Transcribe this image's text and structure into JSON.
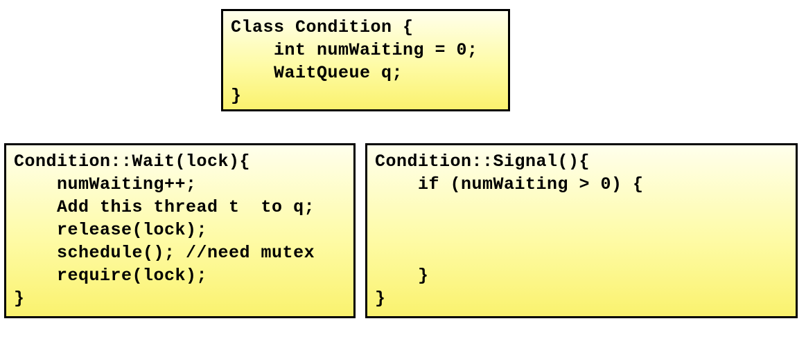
{
  "slide": {
    "background_color": "#FFFFFF",
    "box_border_color": "#000000",
    "box_gradient_top": "#FFFFEC",
    "box_gradient_bottom": "#FAF26E",
    "text_color": "#000000",
    "boxes": [
      {
        "id": "class-condition",
        "lines": [
          "Class Condition {",
          "    int numWaiting = 0;",
          "    WaitQueue q;",
          "}"
        ]
      },
      {
        "id": "condition-wait",
        "lines": [
          "Condition::Wait(lock){",
          "    numWaiting++;",
          "    Add this thread t  to q;",
          "    release(lock);",
          "    schedule(); //need mutex",
          "    require(lock);",
          "}"
        ]
      },
      {
        "id": "condition-signal",
        "lines": [
          "Condition::Signal(){",
          "    if (numWaiting > 0) {",
          "",
          "",
          "",
          "    }",
          "}"
        ]
      }
    ]
  }
}
